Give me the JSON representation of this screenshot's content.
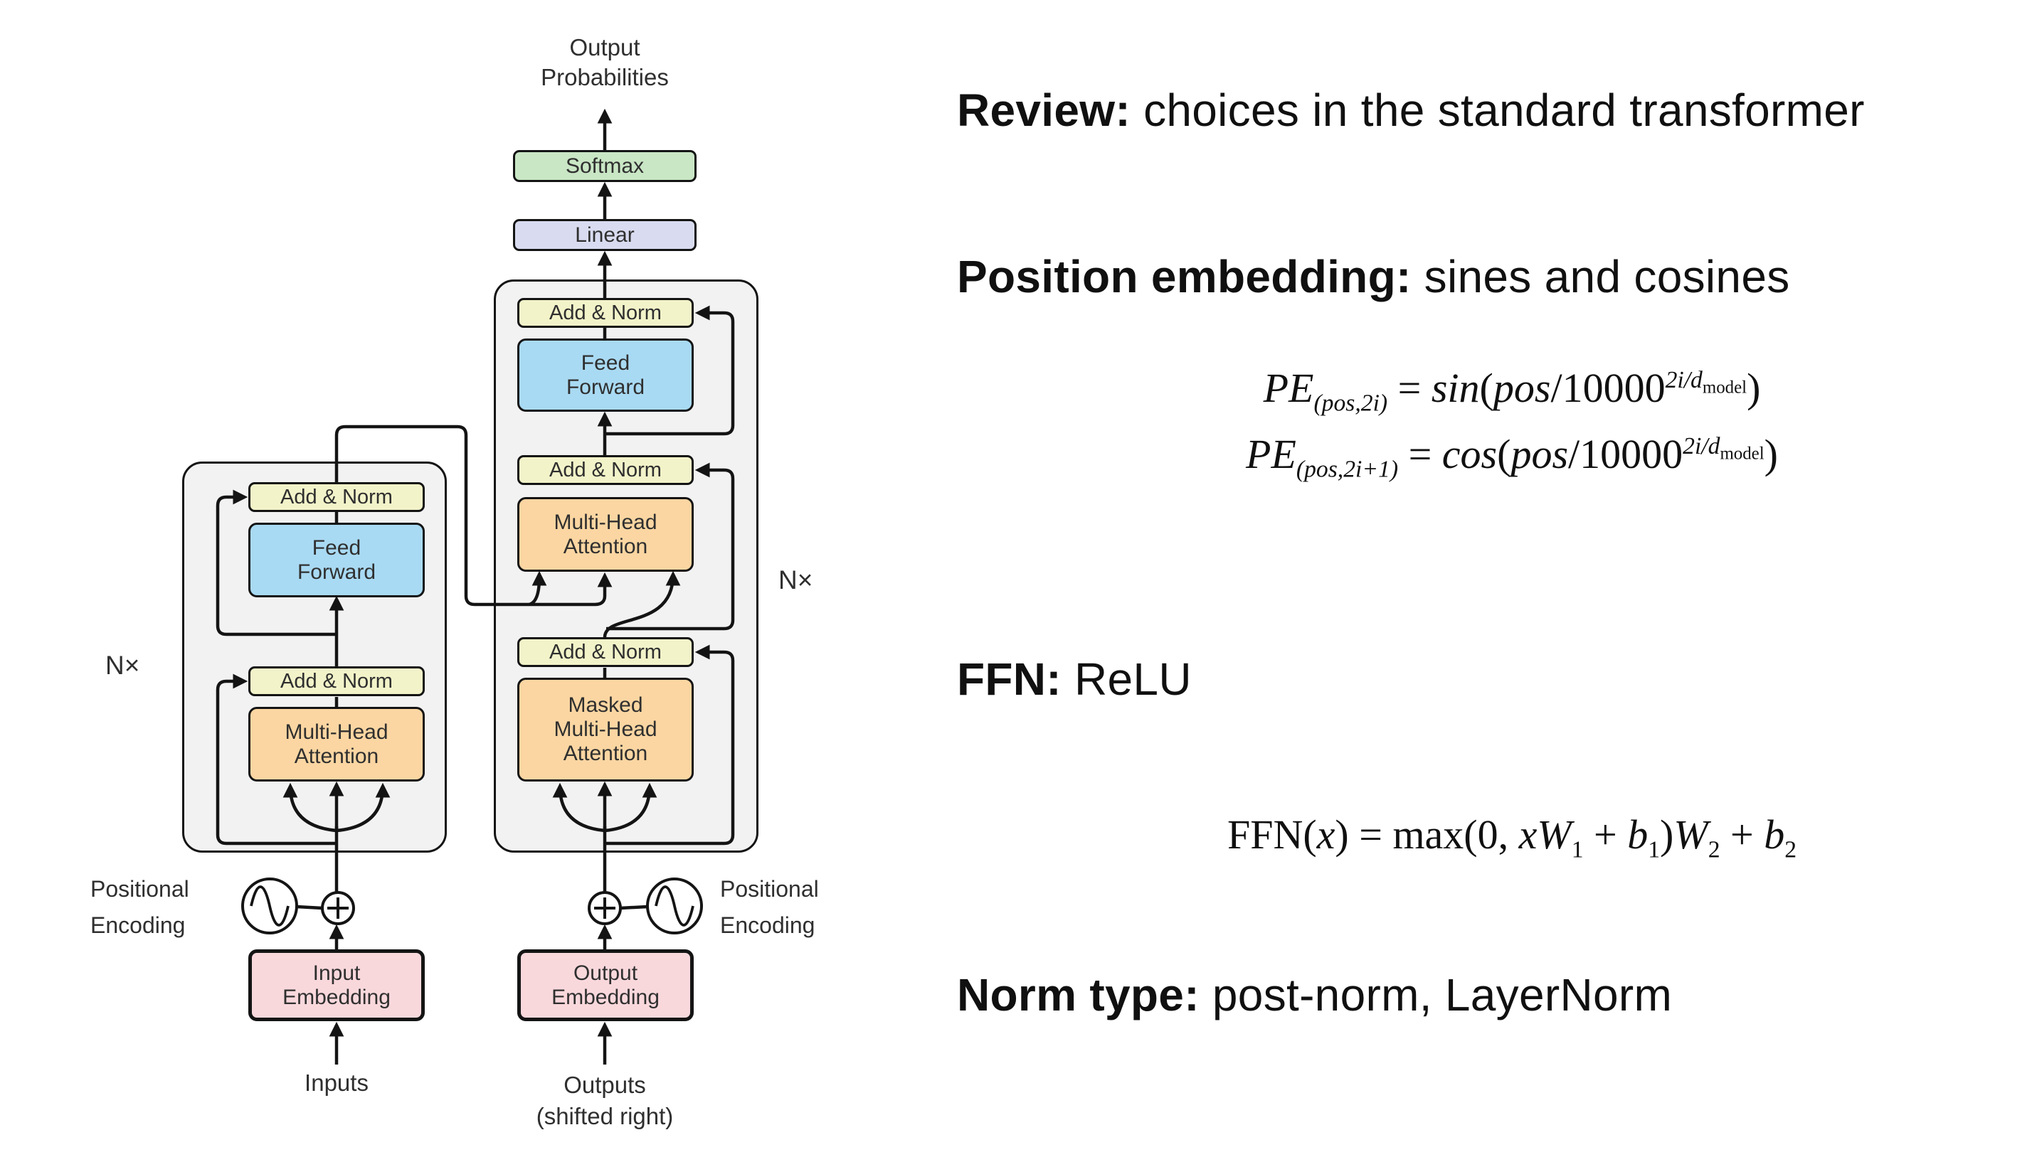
{
  "colors": {
    "add_norm_fill": "#f2f3c9",
    "feed_forward_fill": "#a9daf3",
    "attention_fill": "#fbd6a2",
    "softmax_fill": "#c9e6c5",
    "linear_fill": "#d9dcf0",
    "embedding_fill": "#f9d8dc",
    "panel_fill": "#f2f2f3",
    "stroke": "#141414"
  },
  "diagram": {
    "output_probabilities": "Output\nProbabilities",
    "softmax": "Softmax",
    "linear": "Linear",
    "add_norm": "Add & Norm",
    "feed_forward": "Feed\nForward",
    "multi_head_attention": "Multi-Head\nAttention",
    "masked_multi_head_attention": "Masked\nMulti-Head\nAttention",
    "n_times_left": "N×",
    "n_times_right": "N×",
    "positional_encoding_left": "Positional\nEncoding",
    "positional_encoding_right": "Positional\nEncoding",
    "input_embedding": "Input\nEmbedding",
    "output_embedding": "Output\nEmbedding",
    "inputs": "Inputs",
    "outputs": "Outputs\n(shifted right)"
  },
  "notes": {
    "review": {
      "label": "Review:",
      "text": "choices in the standard transformer"
    },
    "position": {
      "label": "Position embedding:",
      "text": "sines and cosines"
    },
    "ffn": {
      "label": "FFN:",
      "text": "ReLU"
    },
    "norm": {
      "label": "Norm type:",
      "text": "post-norm, LayerNorm"
    }
  },
  "formulas": {
    "pe_sin": {
      "lhs": "PE",
      "lhs_sub": "(pos,2i)",
      "eq": " = ",
      "func": "sin",
      "open": "(",
      "arg_var": "pos",
      "slash": "/",
      "arg_num": "10000",
      "exp": "2i/d",
      "exp_sub": "model",
      "close": ")"
    },
    "pe_cos": {
      "lhs": "PE",
      "lhs_sub": "(pos,2i+1)",
      "eq": " = ",
      "func": "cos",
      "open": "(",
      "arg_var": "pos",
      "slash": "/",
      "arg_num": "10000",
      "exp": "2i/d",
      "exp_sub": "model",
      "close": ")"
    },
    "ffn": {
      "head": "FFN(",
      "x": "x",
      "mid": ") = max(0, ",
      "xw": "xW",
      "sub1": "1",
      "plus1": " + ",
      "b1": "b",
      "sub2": "1",
      "wclose": ")",
      "w2": "W",
      "sub3": "2",
      "plus2": " + ",
      "b2": "b",
      "sub4": "2"
    }
  }
}
